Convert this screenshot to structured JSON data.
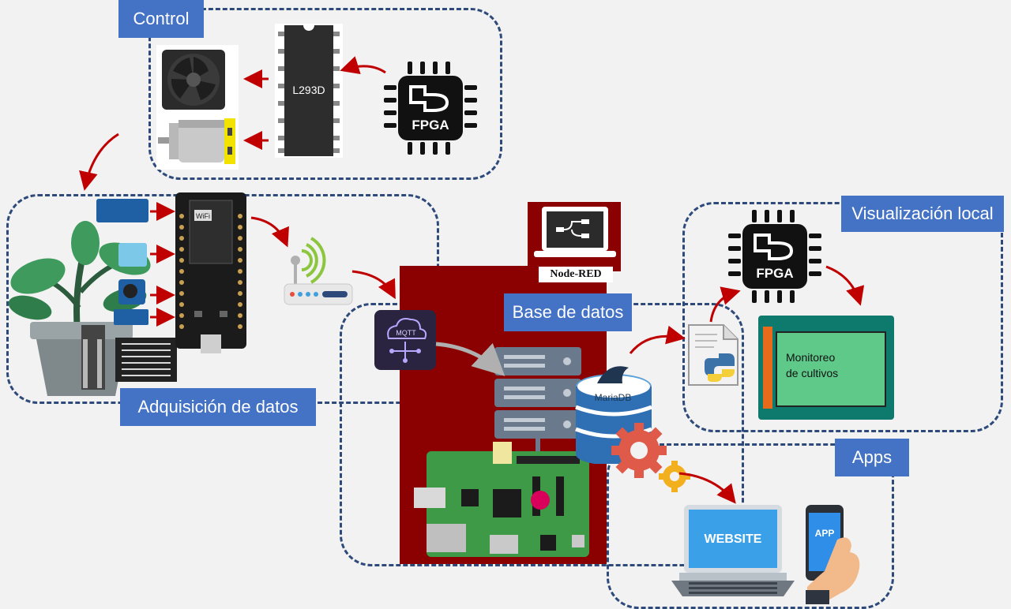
{
  "zones": {
    "control": "Control",
    "acquisition": "Adquisición de datos",
    "database": "Base de datos",
    "local_view": "Visualización local",
    "apps": "Apps"
  },
  "devices": {
    "driver_chip": "L293D",
    "fpga_top": "FPGA",
    "fpga_right": "FPGA",
    "wifi_badge": "WiFi",
    "mqtt": "MQTT",
    "node_red": "Node-RED",
    "mariadb": "MariaDB",
    "website": "WEBSITE",
    "app": "APP"
  },
  "lcd": {
    "line1": "Monitoreo",
    "line2": "de cultivos"
  },
  "colors": {
    "label_bg": "#4472c4",
    "dash_border": "#2e4a7a",
    "arrow": "#c00000",
    "server_panel": "#8b0000",
    "lcd_frame": "#0e7a6e",
    "lcd_screen": "#5fc98a"
  }
}
